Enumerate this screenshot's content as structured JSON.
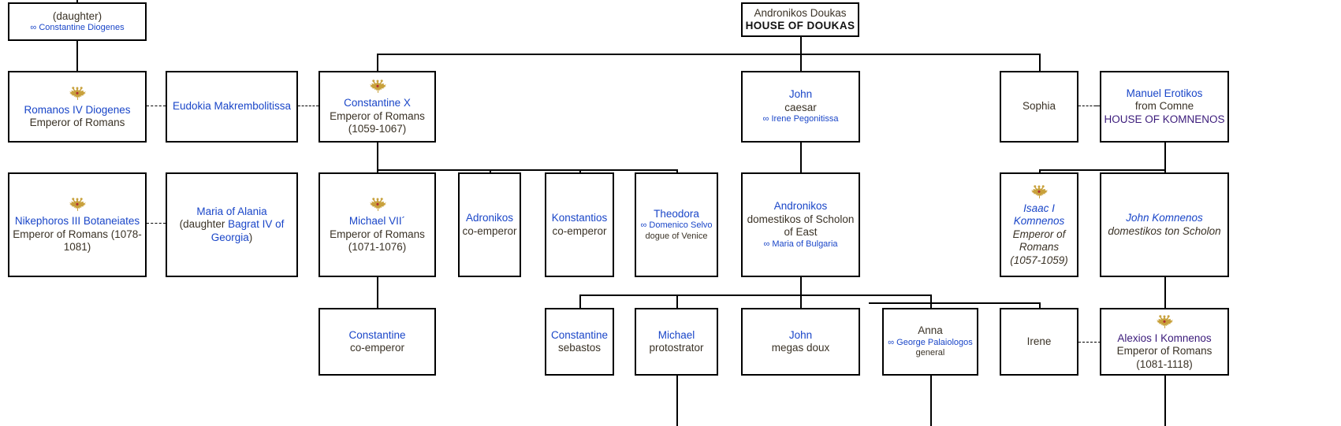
{
  "meta": {
    "title": "Byzantine imperial genealogy — House of Doukas / House of Komnenos",
    "colors": {
      "name_blue": "#1a46c8",
      "komnenos_purple": "#3a1a7a",
      "text_dark": "#3a3226",
      "border": "#000000",
      "eagle_gold": "#c8a13c"
    },
    "marriage_symbol": "∞"
  },
  "boxes": {
    "daughter": {
      "name": "(daughter)",
      "spouse_symbol": "∞",
      "spouse": "Constantine Diogenes"
    },
    "andronikos_doukas": {
      "name": "Andronikos Doukas",
      "house": "HOUSE OF DOUKAS"
    },
    "romanos_iv": {
      "icon": "double-headed-eagle-icon",
      "name": "Romanos IV Diogenes",
      "title": "Emperor of Romans"
    },
    "eudokia": {
      "name": "Eudokia Makrembolitissa"
    },
    "constantine_x": {
      "icon": "double-headed-eagle-icon",
      "name": "Constantine X",
      "title": "Emperor of Romans",
      "reign": "(1059-1067)"
    },
    "john_caesar": {
      "name": "John",
      "title": "caesar",
      "spouse_symbol": "∞",
      "spouse": "Irene Pegonitissa"
    },
    "sophia": {
      "name": "Sophia"
    },
    "manuel_erotikos": {
      "name": "Manuel Erotikos",
      "origin": "from Comne",
      "house": "HOUSE OF KOMNENOS"
    },
    "nikephoros_iii": {
      "icon": "double-headed-eagle-icon",
      "name": "Nikephoros III Botaneiates",
      "title": "Emperor of Romans (1078-1081)"
    },
    "maria_alania": {
      "name": "Maria of Alania",
      "detail_prefix": "(daughter ",
      "detail_link": "Bagrat IV of Georgia",
      "detail_suffix": ")"
    },
    "michael_vii": {
      "icon": "double-headed-eagle-icon",
      "name": "Michael VII´",
      "title": "Emperor of Romans",
      "reign": "(1071-1076)"
    },
    "adronikos": {
      "name": "Adronikos",
      "title": "co-emperor"
    },
    "konstantios": {
      "name": "Konstantios",
      "title": "co-emperor"
    },
    "theodora": {
      "name": "Theodora",
      "spouse_symbol": "∞",
      "spouse": "Domenico Selvo",
      "spouse_title": "dogue of Venice"
    },
    "andronikos_domestikos": {
      "name": "Andronikos",
      "title": "domestikos of Scholon of East",
      "spouse_symbol": "∞",
      "spouse": "Maria of Bulgaria"
    },
    "isaac_i": {
      "icon": "double-headed-eagle-icon",
      "name": "Isaac I Komnenos",
      "title": "Emperor of Romans",
      "reign": "(1057-1059)"
    },
    "john_komnenos": {
      "name": "John Komnenos",
      "title": "domestikos ton Scholon"
    },
    "constantine_coemp": {
      "name": "Constantine",
      "title": "co-emperor"
    },
    "constantine_sebastos": {
      "name": "Constantine",
      "title": "sebastos"
    },
    "michael_protostrator": {
      "name": "Michael",
      "title": "protostrator"
    },
    "john_megas_doux": {
      "name": "John",
      "title": "megas doux"
    },
    "anna": {
      "name": "Anna",
      "spouse_symbol": "∞",
      "spouse": "George Palaiologos",
      "spouse_title": "general"
    },
    "irene": {
      "name": "Irene"
    },
    "alexios_i": {
      "icon": "double-headed-eagle-icon",
      "name": "Alexios I Komnenos",
      "title": "Emperor of Romans",
      "reign": "(1081-1118)"
    }
  }
}
